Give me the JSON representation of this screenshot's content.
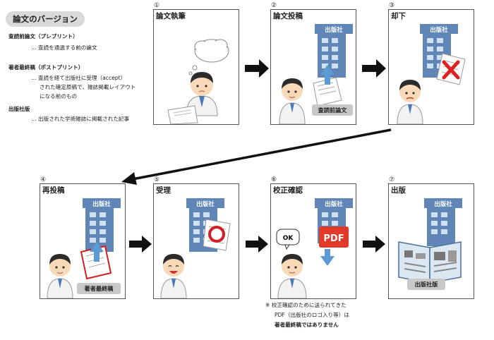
{
  "legend": {
    "title": "論文のバージョン",
    "items": [
      {
        "term": "査読前論文（プレプリント）",
        "desc": [
          "… 査読を通過する前の論文"
        ]
      },
      {
        "term": "著者最終稿（ポストプリント）",
        "desc": [
          "… 査読を経て出版社に受理（accept）",
          "された確定原稿で、雑誌掲載レイアウト",
          "になる前のもの"
        ]
      },
      {
        "term": "出版社版",
        "desc": [
          "… 出版された学術雑誌に掲載された記事"
        ]
      }
    ]
  },
  "steps": [
    {
      "num": "①",
      "title": "論文執筆"
    },
    {
      "num": "②",
      "title": "論文投稿",
      "badge": "査読前論文",
      "publisher": "出版社"
    },
    {
      "num": "③",
      "title": "却下",
      "publisher": "出版社"
    },
    {
      "num": "④",
      "title": "再投稿",
      "badge": "著者最終稿",
      "publisher": "出版社"
    },
    {
      "num": "⑤",
      "title": "受理",
      "publisher": "出版社"
    },
    {
      "num": "⑥",
      "title": "校正確認",
      "publisher": "出版社",
      "bubble": "OK",
      "pdf": "PDF"
    },
    {
      "num": "⑦",
      "title": "出版",
      "badge": "出版社版",
      "publisher": "出版社"
    }
  ],
  "note": {
    "line1": "※ 校正確認のために送られてきた",
    "line2": "PDF（出版社のロゴ入り等）は",
    "line3": "著者最終稿ではありません"
  },
  "colors": {
    "building": "#5f86b7",
    "arrow_up": "#5b9bd5",
    "reject": "#e02020",
    "stamp": "#d02020",
    "pdf": "#e23a2a",
    "badge": "#c8c8c8",
    "legend_bg": "#d9d9d9"
  }
}
